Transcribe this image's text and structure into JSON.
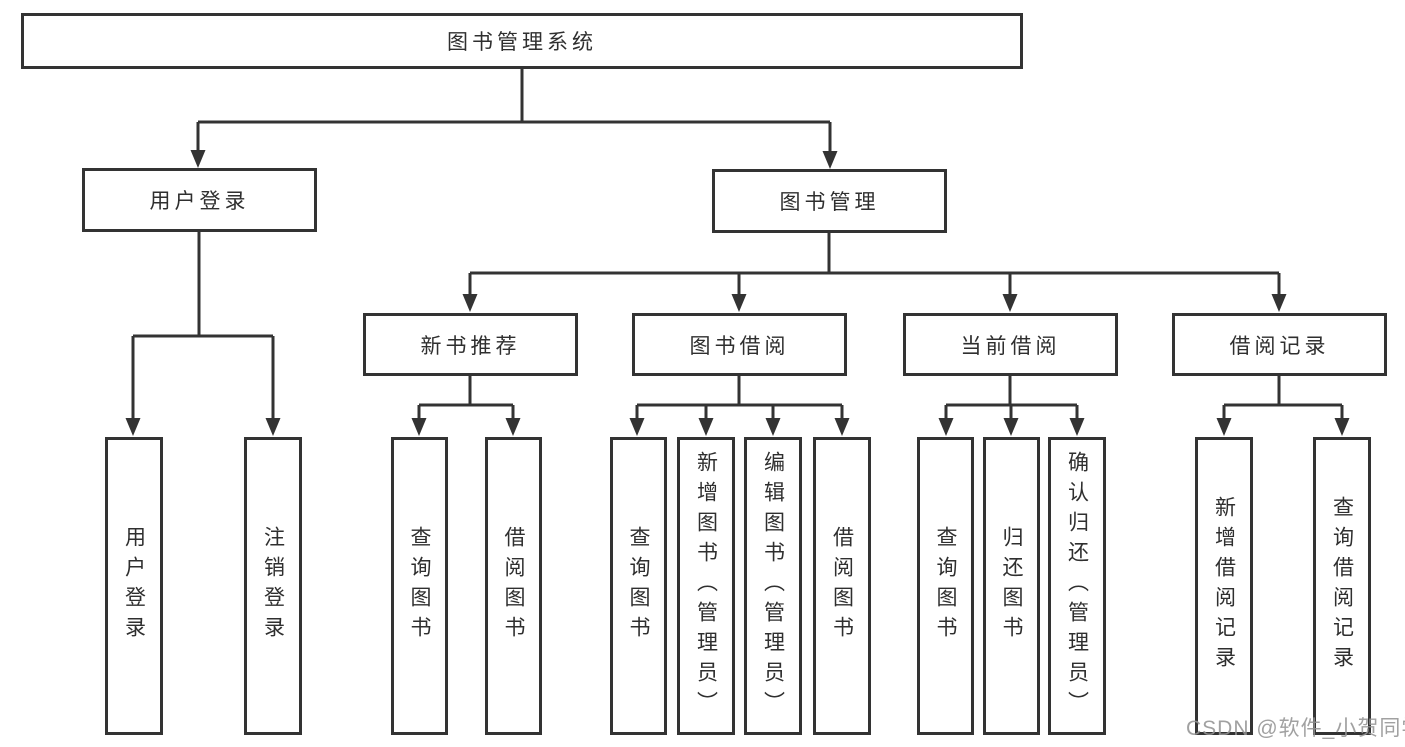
{
  "diagram_type": "hierarchy-tree",
  "colors": {
    "line": "#333333",
    "box_border": "#333333",
    "text": "#2f2f2f",
    "watermark": "#949494",
    "background": "#ffffff"
  },
  "tree": {
    "root": {
      "label": "图书管理系统",
      "children": [
        {
          "label": "用户登录",
          "children": [
            {
              "label": "用户登录"
            },
            {
              "label": "注销登录"
            }
          ]
        },
        {
          "label": "图书管理",
          "children": [
            {
              "label": "新书推荐",
              "children": [
                {
                  "label": "查询图书"
                },
                {
                  "label": "借阅图书"
                }
              ]
            },
            {
              "label": "图书借阅",
              "children": [
                {
                  "label": "查询图书"
                },
                {
                  "label": "新增图书（管理员）"
                },
                {
                  "label": "编辑图书（管理员）"
                },
                {
                  "label": "借阅图书"
                }
              ]
            },
            {
              "label": "当前借阅",
              "children": [
                {
                  "label": "查询图书"
                },
                {
                  "label": "归还图书"
                },
                {
                  "label": "确认归还（管理员）"
                }
              ]
            },
            {
              "label": "借阅记录",
              "children": [
                {
                  "label": "新增借阅记录"
                },
                {
                  "label": "查询借阅记录"
                }
              ]
            }
          ]
        }
      ]
    }
  },
  "watermark": {
    "text": "CSDN @软件_小贺同学"
  }
}
